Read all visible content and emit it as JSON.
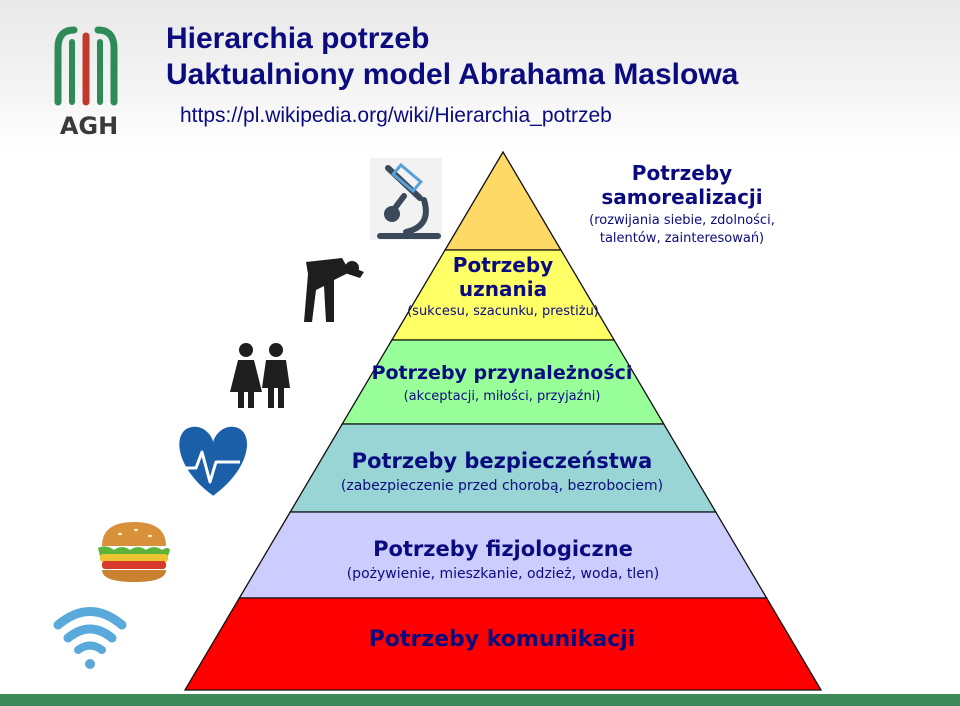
{
  "header": {
    "title_line1": "Hierarchia potrzeb",
    "title_line2": "Uaktualniony model Abrahama Maslowa",
    "source_url": "https://pl.wikipedia.org/wiki/Hierarchia_potrzeb",
    "logo_text": "AGH"
  },
  "pyramid": {
    "levels": [
      {
        "key": "samorealizacja",
        "title_lines": [
          "Potrzeby",
          "samorealizacji"
        ],
        "subtitle_lines": [
          "(rozwijania siebie, zdolności,",
          "talentów, zainteresowań)"
        ],
        "color": "#ffd966",
        "icon": "microscope-icon"
      },
      {
        "key": "uznanie",
        "title_lines": [
          "Potrzeby",
          "uznania"
        ],
        "subtitle_lines": [
          "(sukcesu, szacunku, prestiżu)"
        ],
        "color": "#ffff66",
        "icon": "bowing-man-icon"
      },
      {
        "key": "przynaleznosc",
        "title_lines": [
          "Potrzeby przynależności"
        ],
        "subtitle_lines": [
          "(akceptacji, miłości, przyjaźni)"
        ],
        "color": "#99ff99",
        "icon": "couple-icon"
      },
      {
        "key": "bezpieczenstwo",
        "title_lines": [
          "Potrzeby bezpieczeństwa"
        ],
        "subtitle_lines": [
          "(zabezpieczenie przed chorobą, bezrobociem)"
        ],
        "color": "#99d5d5",
        "icon": "heart-pulse-icon"
      },
      {
        "key": "fizjologiczne",
        "title_lines": [
          "Potrzeby fizjologiczne"
        ],
        "subtitle_lines": [
          "(pożywienie, mieszkanie, odzież, woda, tlen)"
        ],
        "color": "#ccccff",
        "icon": "burger-icon"
      },
      {
        "key": "komunikacja",
        "title_lines": [
          "Potrzeby komunikacji"
        ],
        "subtitle_lines": [],
        "color": "#ff0000",
        "icon": "wifi-icon"
      }
    ]
  },
  "colors": {
    "text": "#0b0b80",
    "outline": "#111111",
    "logo_green": "#2e8b57",
    "logo_red": "#c0392b",
    "bar": "#3f8a5b"
  }
}
